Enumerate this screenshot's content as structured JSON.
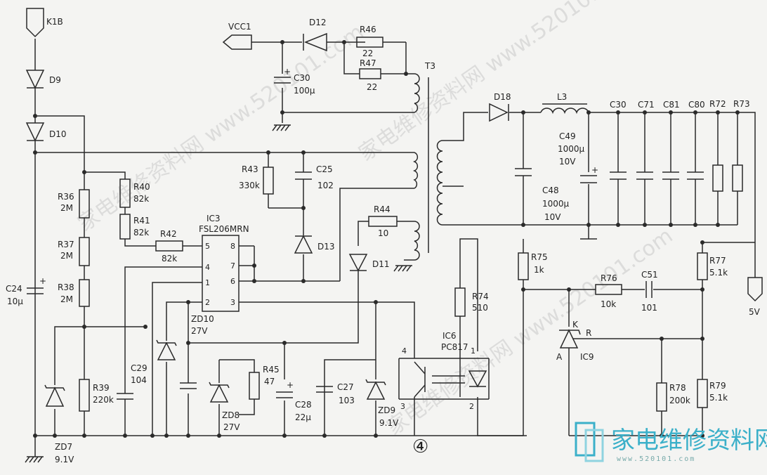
{
  "watermark": "家电维修资料网 www.520101.com",
  "brand": {
    "name": "家电维修资料网",
    "url": "www.520101.com",
    "color": "#3bb0c9"
  },
  "figure_number": "④",
  "ports": {
    "input": "K1B",
    "vcc": "VCC1",
    "output": "5V"
  },
  "ic": {
    "ref": "IC3",
    "part": "FSL206MRN",
    "pins": [
      "5",
      "4",
      "1",
      "2",
      "8",
      "7",
      "6",
      "3"
    ]
  },
  "opto": {
    "ref": "IC6",
    "part": "PC817",
    "pins": [
      "4",
      "3",
      "1",
      "2"
    ]
  },
  "shunt": {
    "ref": "IC9",
    "k": "K",
    "r": "R",
    "a": "A"
  },
  "transformer": "T3",
  "inductor": {
    "ref": "L3"
  },
  "diodes": {
    "d9": "D9",
    "d10": "D10",
    "d11": "D11",
    "d12": "D12",
    "d13": "D13",
    "d18": "D18"
  },
  "zeners": {
    "zd7": {
      "ref": "ZD7",
      "value": "9.1V"
    },
    "zd8": {
      "ref": "ZD8",
      "value": "27V"
    },
    "zd9": {
      "ref": "ZD9",
      "value": "9.1V"
    },
    "zd10": {
      "ref": "ZD10",
      "value": "27V"
    }
  },
  "resistors": {
    "r36": {
      "ref": "R36",
      "value": "2M"
    },
    "r37": {
      "ref": "R37",
      "value": "2M"
    },
    "r38": {
      "ref": "R38",
      "value": "2M"
    },
    "r39": {
      "ref": "R39",
      "value": "220k"
    },
    "r40": {
      "ref": "R40",
      "value": "82k"
    },
    "r41": {
      "ref": "R41",
      "value": "82k"
    },
    "r42": {
      "ref": "R42",
      "value": "82k"
    },
    "r43": {
      "ref": "R43",
      "value": "330k"
    },
    "r44": {
      "ref": "R44",
      "value": "10"
    },
    "r45": {
      "ref": "R45",
      "value": "47"
    },
    "r46": {
      "ref": "R46",
      "value": "22"
    },
    "r47": {
      "ref": "R47",
      "value": "22"
    },
    "r72": {
      "ref": "R72"
    },
    "r73": {
      "ref": "R73"
    },
    "r74": {
      "ref": "R74",
      "value": "510"
    },
    "r75": {
      "ref": "R75",
      "value": "1k"
    },
    "r76": {
      "ref": "R76",
      "value": "10k"
    },
    "r77": {
      "ref": "R77",
      "value": "5.1k"
    },
    "r78": {
      "ref": "R78",
      "value": "200k"
    },
    "r79": {
      "ref": "R79",
      "value": "5.1k"
    }
  },
  "capacitors": {
    "c24": {
      "ref": "C24",
      "value": "10μ"
    },
    "c25": {
      "ref": "C25",
      "value": "102"
    },
    "c27": {
      "ref": "C27",
      "value": "103"
    },
    "c28": {
      "ref": "C28",
      "value": "22μ"
    },
    "c29": {
      "ref": "C29",
      "value": "104"
    },
    "c30": {
      "ref": "C30",
      "value": "100μ"
    },
    "c30b": {
      "ref": "C30"
    },
    "c48": {
      "ref": "C48",
      "value": "1000μ",
      "voltage": "10V"
    },
    "c49": {
      "ref": "C49",
      "value": "1000μ",
      "voltage": "10V"
    },
    "c51": {
      "ref": "C51",
      "value": "101"
    },
    "c71": {
      "ref": "C71"
    },
    "c81": {
      "ref": "C81"
    },
    "c80": {
      "ref": "C80"
    }
  }
}
